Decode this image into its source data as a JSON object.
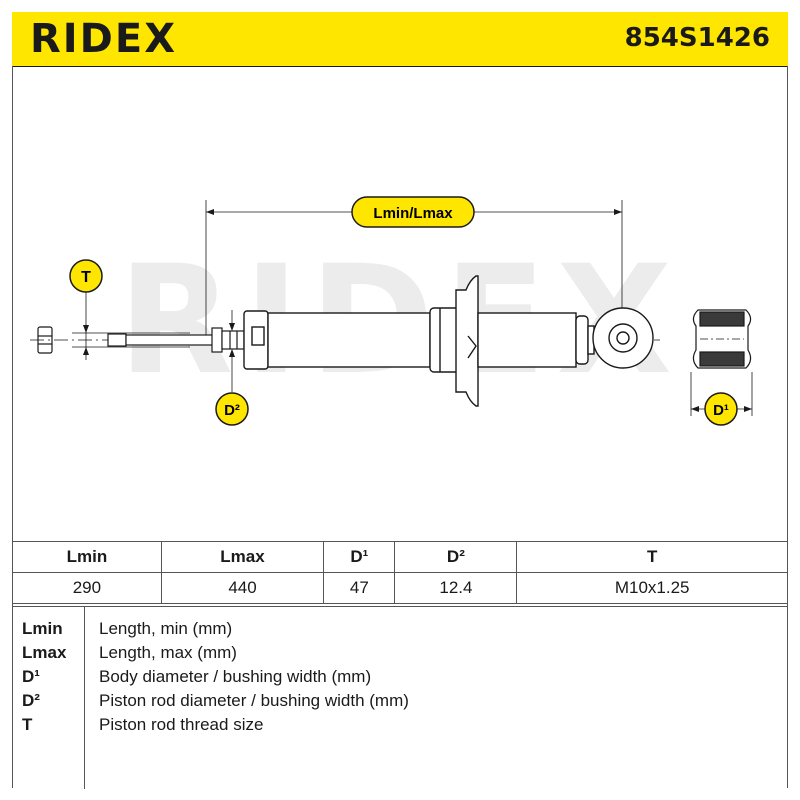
{
  "header": {
    "brand": "RIDEX",
    "part_number": "854S1426"
  },
  "drawing": {
    "length_label": "Lmin/Lmax",
    "thread_label": "T",
    "rod_diameter_label": "D²",
    "bushing_diameter_label": "D¹",
    "watermark": "RIDEX"
  },
  "specs": {
    "columns": [
      "Lmin",
      "Lmax",
      "D¹",
      "D²",
      "T"
    ],
    "values": [
      "290",
      "440",
      "47",
      "12.4",
      "M10x1.25"
    ]
  },
  "legend": [
    {
      "key": "Lmin",
      "text": "Length, min (mm)"
    },
    {
      "key": "Lmax",
      "text": "Length, max (mm)"
    },
    {
      "key": "D¹",
      "text": "Body diameter / bushing width (mm)"
    },
    {
      "key": "D²",
      "text": "Piston rod diameter / bushing width (mm)"
    },
    {
      "key": "T",
      "text": "Piston rod thread size"
    }
  ],
  "colors": {
    "accent_yellow": "#ffe600",
    "line": "#1a1a1a",
    "watermark": "#ececec"
  }
}
